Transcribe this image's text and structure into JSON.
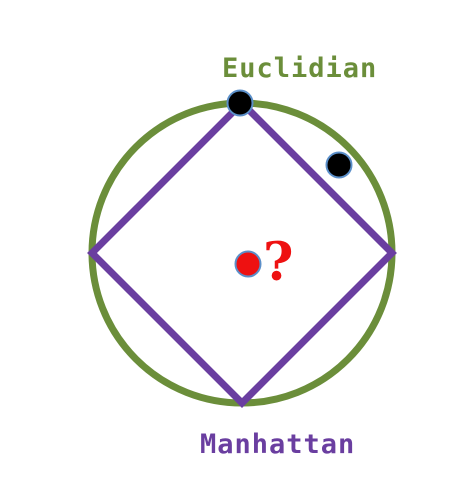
{
  "labels": {
    "euclidian": "Euclidian",
    "manhattan": "Manhattan",
    "question": "?"
  },
  "colors": {
    "euclidian": "#6b8e3a",
    "manhattan": "#6a3ea0",
    "center_point": "#ee1111",
    "point_outline": "#5b8fc9",
    "boundary_point": "#000000",
    "question": "#ee1111"
  },
  "shapes": {
    "circle": "euclidian-circle",
    "diamond": "manhattan-diamond"
  },
  "points": [
    {
      "name": "top-boundary-point",
      "color": "#000000"
    },
    {
      "name": "circle-boundary-point",
      "color": "#000000"
    },
    {
      "name": "center-point",
      "color": "#ee1111"
    }
  ]
}
